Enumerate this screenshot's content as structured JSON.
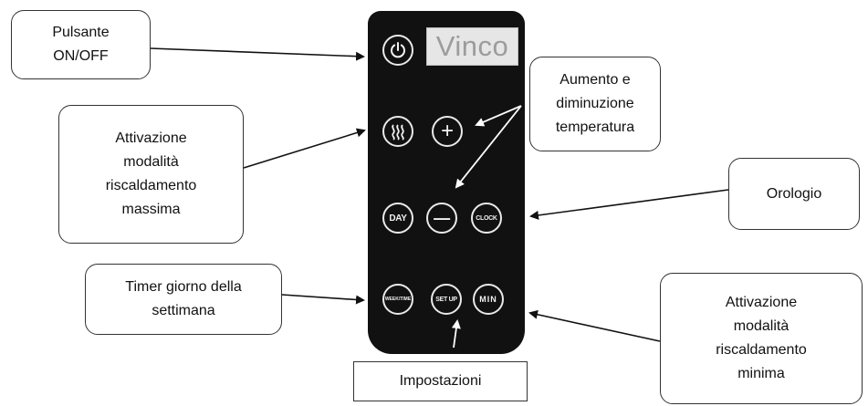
{
  "callouts": {
    "power": "Pulsante\nON/OFF",
    "max_heat": "Attivazione\nmodalità\nriscaldamento\nmassima",
    "temp": "Aumento e\ndiminuzione\ntemperatura",
    "clock": "Orologio",
    "timer": "Timer giorno della\nsettimana",
    "min_heat": "Attivazione\nmodalità\nriscaldamento\nminima",
    "setup": "Impostazioni"
  },
  "remote": {
    "brand": "Vinco",
    "buttons": {
      "power_icon": "power-icon",
      "heat_icon": "heat-waves-icon",
      "plus": "+",
      "day": "DAY",
      "minus": "—",
      "clock": "CLOCK",
      "week_time": "WEEK/TIME",
      "setup": "SET UP",
      "min": "MIN"
    }
  }
}
